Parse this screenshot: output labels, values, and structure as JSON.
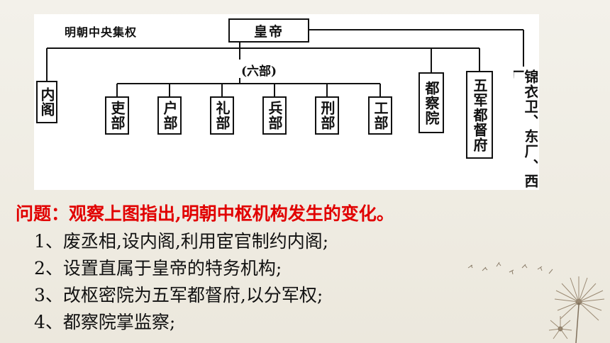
{
  "diagram": {
    "title": "明朝中央集权",
    "emperor": "皇帝",
    "six_ministries_label": "(六部)",
    "grand_secretariat": "内阁",
    "ministries": [
      "吏部",
      "户部",
      "礼部",
      "兵部",
      "刑部",
      "工部"
    ],
    "censorate": "都察院",
    "five_military": "五军都督府",
    "secret_police": "锦衣卫、东厂、西厂"
  },
  "question": "问题：观察上图指出,明朝中枢机构发生的变化。",
  "answers": [
    "1、废丞相,设内阁,利用宦官制约内阁;",
    "2、设置直属于皇帝的特务机构;",
    "3、改枢密院为五军都督府,以分军权;",
    "4、都察院掌监察;"
  ]
}
